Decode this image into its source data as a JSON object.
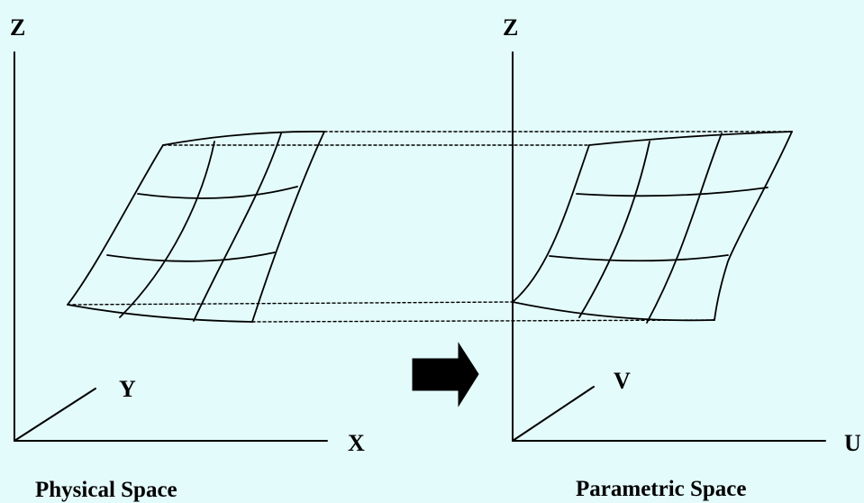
{
  "left_panel": {
    "axis_z": "Z",
    "axis_y": "Y",
    "axis_x": "X",
    "caption": "Physical Space"
  },
  "right_panel": {
    "axis_z": "Z",
    "axis_v": "V",
    "axis_u": "U",
    "caption": "Parametric Space"
  },
  "colors": {
    "background": "#e4fbfb",
    "ink": "#000000"
  },
  "icons": {
    "transform_arrow": "arrow-right-icon"
  }
}
